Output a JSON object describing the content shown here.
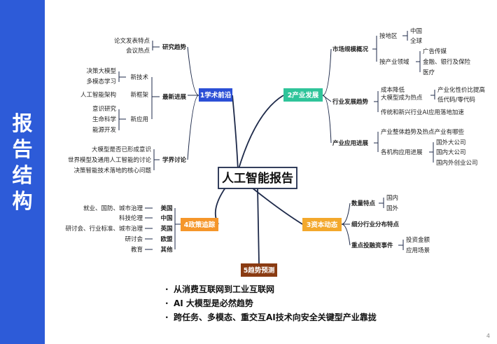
{
  "sidebar": {
    "title_chars": [
      "报",
      "告",
      "结",
      "构"
    ]
  },
  "center": "人工智能报告",
  "branch1": {
    "label": "1学术前沿",
    "color": "#2b4fd6",
    "g1": {
      "name": "研究趋势",
      "items": [
        "论文发表特点",
        "会议热点"
      ]
    },
    "g2": {
      "name": "最新进展",
      "mid": [
        "新技术",
        "新框架",
        "新应用"
      ],
      "tech": [
        "决策大模型",
        "多模态学习"
      ],
      "frame": "人工智能架构",
      "app": [
        "意识研究",
        "生命科学",
        "能源开发"
      ]
    },
    "g3": {
      "name": "学界讨论",
      "items": [
        "大模型是否已形成意识",
        "世界模型及通用人工智能的讨论",
        "决策智能技术落地的核心问题"
      ]
    }
  },
  "branch2": {
    "label": "2产业发展",
    "color": "#2fc49a",
    "g1": {
      "name": "市场规模概况",
      "region": "按地区",
      "region_items": [
        "中国",
        "全球"
      ],
      "industry": "按产业领域",
      "industry_items": [
        "广告传媒",
        "金融、银行及保险",
        "医疗"
      ]
    },
    "g2": {
      "name": "行业发展趋势",
      "a": "成本降低",
      "b": "大模型成为热点",
      "b_items": [
        "产业化性价比提高",
        "低代码/零代码"
      ],
      "c": "传统和新兴行业AI应用落地加速"
    },
    "g3": {
      "name": "产业应用进展",
      "a": "产业整体趋势及热点产业有哪些",
      "b": "各机构应用进展",
      "b_items": [
        "国外大公司",
        "国内大公司",
        "国内外创业公司"
      ]
    }
  },
  "branch3": {
    "label": "3资本动态",
    "color": "#f3a82c",
    "g1": {
      "name": "数量特点",
      "items": [
        "国内",
        "国外"
      ]
    },
    "g2": {
      "name": "细分行业分布特点"
    },
    "g3": {
      "name": "重点投融资事件",
      "items": [
        "投资金额",
        "应用场景"
      ]
    }
  },
  "branch4": {
    "label": "4政策追踪",
    "color": "#f5962a",
    "rows": [
      {
        "region": "美国",
        "detail": "就业、国防、城市治理"
      },
      {
        "region": "中国",
        "detail": "科技伦理"
      },
      {
        "region": "英国",
        "detail": "研讨会、行业标准、城市治理"
      },
      {
        "region": "欧盟",
        "detail": "研讨会"
      },
      {
        "region": "其他",
        "detail": "教育"
      }
    ]
  },
  "branch5": {
    "label": "5趋势预测",
    "color": "#8a3b12"
  },
  "bullets": [
    "从消费互联网到工业互联网",
    "AI 大模型是必然趋势",
    "跨任务、多模态、重交互AI技术向安全关键型产业靠拢"
  ],
  "page_number": "4"
}
